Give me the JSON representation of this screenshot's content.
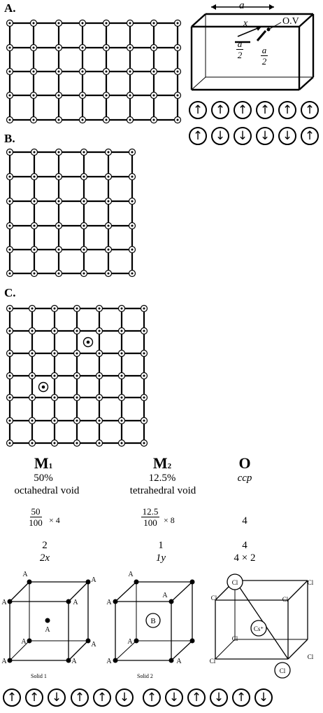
{
  "labels": {
    "a": "A.",
    "b": "B.",
    "c": "C."
  },
  "cube_top": {
    "a_label": "a",
    "x_label": "x",
    "ov_label": "O.V",
    "half_num": "a",
    "half_den": "2"
  },
  "arrows_row1": [
    "↑",
    "↑",
    "↑",
    "↑",
    "↑",
    "↑"
  ],
  "arrows_row2": [
    "↑",
    "↓",
    "↓",
    "↓",
    "↓",
    "↑"
  ],
  "table": {
    "cols": [
      {
        "name": "M",
        "sub": "1",
        "pct": "50%",
        "void": "octahedral void",
        "frac_num": "50",
        "frac_den": "100",
        "mult": "× 4",
        "count": "2",
        "formula": "2x"
      },
      {
        "name": "M",
        "sub": "2",
        "pct": "12.5%",
        "void": "tetrahedral void",
        "frac_num": "12.5",
        "frac_den": "100",
        "mult": "× 8",
        "count": "1",
        "formula": "1y"
      },
      {
        "name": "O",
        "sub": "",
        "pct": "ccp",
        "void": "",
        "frac_num": "",
        "frac_den": "",
        "mult": "4",
        "count": "4",
        "formula": "4 × 2"
      }
    ]
  },
  "solid1": {
    "atom": "A",
    "caption": "Solid 1"
  },
  "solid2": {
    "atom": "A",
    "center": "B",
    "caption": "Solid 2"
  },
  "cscl": {
    "corner": "Cl",
    "center": "Cs⁺"
  },
  "arrows_bottom": [
    "↑",
    "↑",
    "↓",
    "↑",
    "↑",
    "↓",
    "↑",
    "↓",
    "↑",
    "↓",
    "↑",
    "↓"
  ]
}
